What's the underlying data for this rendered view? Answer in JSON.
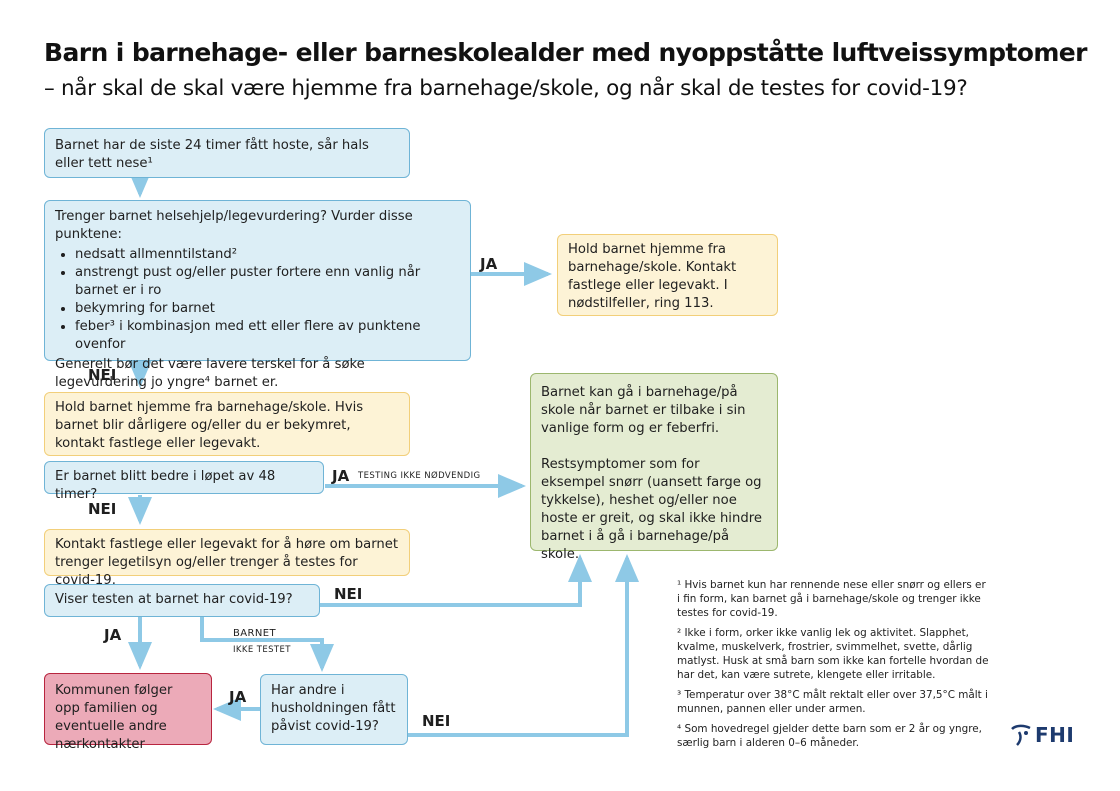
{
  "title": "Barn i barnehage- eller barneskolealder med nyoppståtte luftveissymptomer",
  "subtitle": "– når skal de skal være hjemme fra barnehage/skole, og når skal de testes for covid-19?",
  "boxes": {
    "start": "Barnet har de siste 24 timer fått hoste, sår hals eller tett nese¹",
    "assess_intro": "Trenger barnet helsehjelp/legevurdering? Vurder disse punktene:",
    "assess_items": [
      "nedsatt allmenntilstand²",
      "anstrengt pust og/eller puster fortere enn vanlig når barnet er i ro",
      "bekymring for barnet",
      "feber³ i kombinasjon med ett eller flere av punktene ovenfor"
    ],
    "assess_note": "Generelt bør det være lavere terskel for å søke legevurdering jo yngre⁴ barnet er.",
    "home_doctor": "Hold barnet hjemme fra barnehage/skole. Kontakt fastlege eller legevakt. I nødstilfeller, ring 113.",
    "stay_home": "Hold barnet hjemme fra barnehage/skole. Hvis barnet blir dårligere og/eller du er bekymret, kontakt fastlege eller legevakt.",
    "better_48h": "Er barnet blitt bedre i løpet av 48 timer?",
    "contact_test": "Kontakt fastlege eller legevakt for å høre om barnet trenger legetilsyn og/eller trenger å testes for covid-19.",
    "test_result": "Viser testen at barnet har covid-19?",
    "municipality": "Kommunen følger opp familien og eventuelle andre nærkontakter",
    "household": "Har andre i husholdningen fått påvist covid-19?",
    "can_attend_p1": "Barnet kan gå i barnehage/på skole når barnet er tilbake i sin vanlige form og er feberfri.",
    "can_attend_p2": "Restsymptomer som for eksempel snørr (uansett farge og tykkelse), heshet og/eller noe hoste er greit, og skal ikke hindre barnet i å gå i barnehage/på skole."
  },
  "labels": {
    "ja": "JA",
    "nei": "NEI",
    "testing_not_needed": "TESTING IKKE NØDVENDIG",
    "not_tested_line1": "BARNET",
    "not_tested_line2": "IKKE TESTET"
  },
  "footnotes": [
    "¹ Hvis barnet kun har rennende nese eller snørr og ellers er i fin form, kan barnet gå i barnehage/skole og trenger ikke testes for covid-19.",
    "² Ikke i form, orker ikke vanlig lek og aktivitet. Slapphet, kvalme, muskelverk, frostrier, svimmelhet, svette, dårlig matlyst. Husk at små barn som ikke kan fortelle hvordan de har det, kan være sutrete, klengete eller irritable.",
    "³ Temperatur over 38°C målt rektalt eller over 37,5°C målt i munnen, pannen eller under armen.",
    "⁴ Som hovedregel gjelder dette barn som er 2 år og yngre, særlig barn i alderen 0–6 måneder."
  ],
  "logo_text": "FHI",
  "colors": {
    "arrow": "#8ec9e6",
    "blue_fill": "#dceef6",
    "yellow_fill": "#fdf3d6",
    "green_fill": "#e4ecd2",
    "red_fill": "#ecaab8",
    "logo": "#1d3a6e"
  }
}
